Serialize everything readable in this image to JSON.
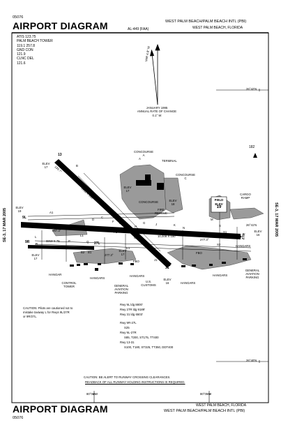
{
  "header": {
    "doc_number": "05076",
    "title": "AIRPORT DIAGRAM",
    "airport_name": "WEST PALM BEACH/PALM BEACH INTL (PBI)",
    "airport_city": "WEST PALM BEACH, FLORIDA",
    "al_number": "AL-449 (FAA)"
  },
  "frequencies": [
    "ATIS 123.75",
    "PALM BEACH TOWER",
    "119.1 257.8",
    "GND CON",
    "121.9",
    "CLNC DEL",
    "121.6"
  ],
  "variation": {
    "var_label": "VAR 4.8° W",
    "change_lines": [
      "JANUARY 1995",
      "ANNUAL RATE OF CHANGE",
      "0.1° W"
    ]
  },
  "coordinates": {
    "lat_4200": "26°42'N",
    "lat_4100": "26°41'N",
    "lat_4000": "26°40'N",
    "lon_0600": "80°06'W",
    "lon_0500": "80°05'W"
  },
  "side_labels": {
    "left": "SE-3, 17 MAR 2005",
    "right": "SE-3, 17 MAR 2005"
  },
  "facilities": {
    "concourse_a": [
      "CONCOURSE",
      "A"
    ],
    "terminal": "TERMINAL",
    "concourse_b": "CONCOURSE",
    "concourse_c": [
      "CONCOURSE",
      "C"
    ],
    "fire_rescue": [
      "FIRE",
      "RESCUE"
    ],
    "field_elev": [
      "FIELD",
      "ELEV",
      "19"
    ],
    "cargo_ramp": [
      "CARGO",
      "RAMP"
    ],
    "hangar": "HANGAR",
    "control_tower": [
      "CONTROL",
      "TOWER"
    ],
    "hangars_a": "HANGARS",
    "hangars_b": "HANGARS",
    "ga_parking_left": [
      "GENERAL",
      "AVIATION",
      "PARKING"
    ],
    "customs": [
      "U.S.",
      "CUSTOMS"
    ],
    "fbo_left": "FBO",
    "fbo_right": "FBO",
    "hangars_c": "HANGARS",
    "hangars_d": "HANGARS",
    "hangars_e": "HANGARS",
    "ga_parking_right": [
      "GENERAL",
      "AVIATION",
      "PARKING"
    ],
    "obstacle_height": "182"
  },
  "runways": {
    "rwy_13": "13",
    "rwy_31": "31",
    "rwy_9l": "9L",
    "rwy_27r": "27R",
    "rwy_9r": "9R",
    "rwy_27l": "27L",
    "dim_13_31": "6931 X 150",
    "dim_9l_27r": "10,008 X 150",
    "dim_9r_27l": "3213 X 75",
    "hdg_139": "139.7°",
    "hdg_319": "319.7°",
    "hdg_097_a": "097.3°",
    "hdg_277_a": "277.3°",
    "hdg_097_b": "097.3°",
    "hdg_277_b": "277.3°"
  },
  "elevations": {
    "e17_top": [
      "ELEV",
      "17"
    ],
    "e19_left": [
      "ELEV",
      "19"
    ],
    "e17_mid": [
      "ELEV",
      "17"
    ],
    "e18": [
      "ELEV",
      "18"
    ],
    "e16_right": [
      "ELEV",
      "16"
    ],
    "e17_low_left": [
      "ELEV",
      "17"
    ],
    "e17_low_mid": [
      "ELEV",
      "17"
    ],
    "e16_low": [
      "ELEV",
      "16"
    ]
  },
  "taxiways": [
    "A",
    "A1",
    "B",
    "C",
    "D",
    "E",
    "F",
    "G",
    "H",
    "J",
    "K",
    "L",
    "M",
    "N",
    "P",
    "Q",
    "R",
    "S",
    "S1",
    "S2",
    "E1",
    "F1",
    "G1",
    "L1",
    "B1",
    "B2",
    "J1"
  ],
  "caution_taxi": [
    "CAUTION: Pilots are cautioned not to",
    "mistake taxiway L for Rwys 9L/27R",
    "or 9R/27L."
  ],
  "rwy_info": [
    "Rwy 9L ldg 8800'",
    "Rwy 27R ldg 9189'",
    "Rwy 31 ldg 6503'",
    "",
    "Rwy 9R-27L",
    "S25",
    "Rwy 9L-27R",
    "S85, T200, ST175, TT400",
    "Rwy 13-31",
    "S100, T180, ST325, TT350, DDT400"
  ],
  "caution_bottom": [
    "CAUTION: BE ALERT TO RUNWAY CROSSING CLEARANCES.",
    "READBACK OF ALL RUNWAY HOLDING INSTRUCTIONS IS REQUIRED."
  ],
  "footer": {
    "title": "AIRPORT DIAGRAM",
    "doc_number": "05076",
    "airport_city": "WEST PALM BEACH, FLORIDA",
    "airport_name": "WEST PALM BEACH/PALM BEACH INTL (PBI)"
  }
}
